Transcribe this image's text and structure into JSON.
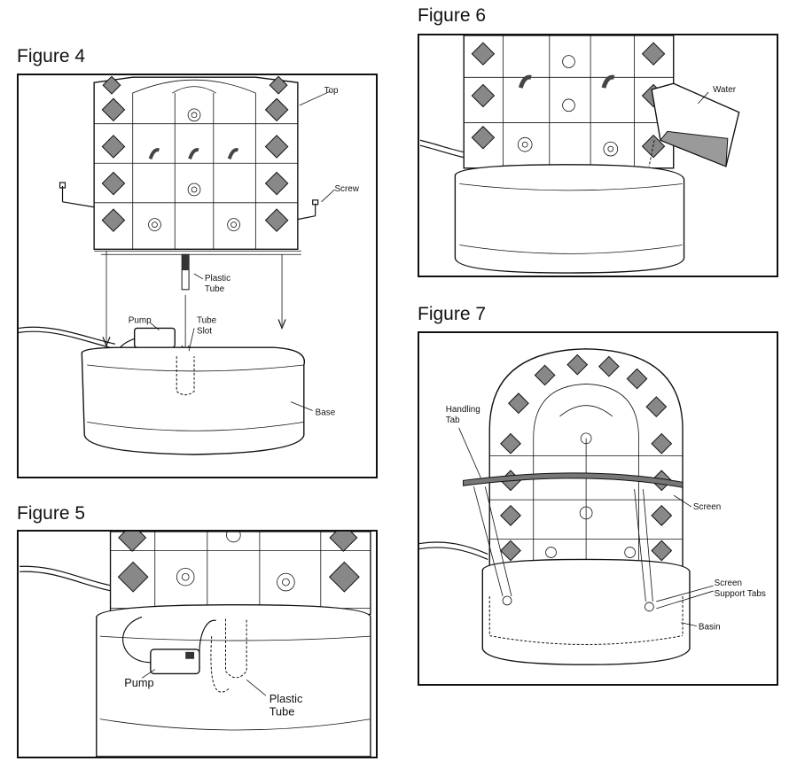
{
  "figures": {
    "fig4": {
      "title": "Figure 4",
      "labels": {
        "top": "Top",
        "screw": "Screw",
        "plastic_tube_1": "Plastic",
        "plastic_tube_2": "Tube",
        "pump": "Pump",
        "tube_slot_1": "Tube",
        "tube_slot_2": "Slot",
        "base": "Base"
      }
    },
    "fig5": {
      "title": "Figure 5",
      "labels": {
        "pump": "Pump",
        "plastic_tube_1": "Plastic",
        "plastic_tube_2": "Tube"
      }
    },
    "fig6": {
      "title": "Figure 6",
      "labels": {
        "water": "Water"
      }
    },
    "fig7": {
      "title": "Figure 7",
      "labels": {
        "handling_tab_1": "Handling",
        "handling_tab_2": "Tab",
        "screen": "Screen",
        "support_tabs_1": "Screen",
        "support_tabs_2": "Support Tabs",
        "basin": "Basin"
      }
    }
  }
}
